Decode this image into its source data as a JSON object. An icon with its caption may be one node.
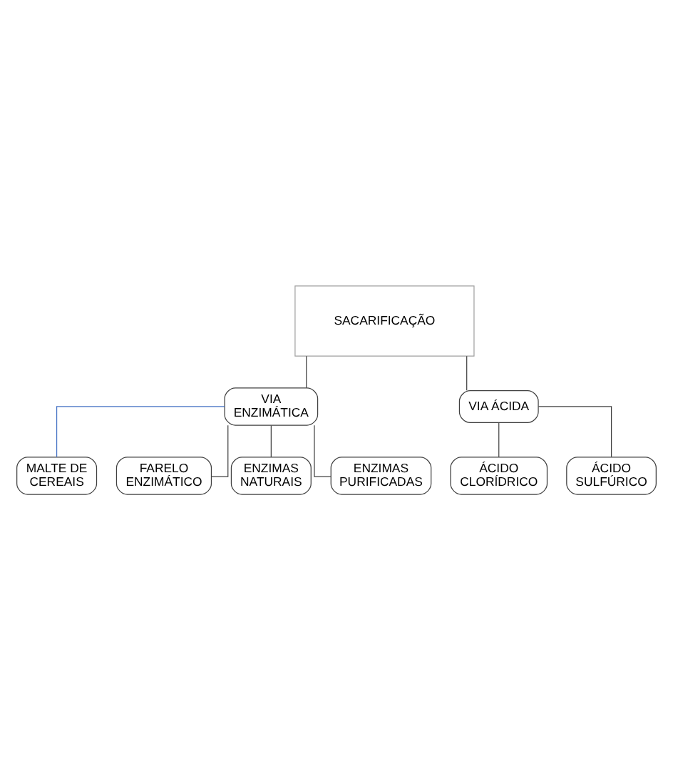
{
  "diagram": {
    "nodes": [
      {
        "text": [
          "SACARIFICAÇÃO"
        ]
      },
      {
        "text": [
          "VIA ENZIMÁTICA"
        ]
      },
      {
        "text": [
          "VIA ÁCIDA"
        ]
      },
      {
        "text": [
          "MALTE DE CEREAIS"
        ]
      },
      {
        "text": [
          "FARELO ENZIMÁTICO"
        ]
      },
      {
        "text": [
          "ENZIMAS NATURAIS"
        ]
      },
      {
        "text": [
          "ENZIMAS PURIFICADAS"
        ]
      },
      {
        "text": [
          "ÁCIDO CLORÍDRICO"
        ]
      },
      {
        "text": [
          "ÁCIDO SULFÚRICO"
        ]
      }
    ],
    "edges": [
      {
        "from": 0,
        "to": 1,
        "arrow": "none"
      },
      {
        "from": 0,
        "to": 2,
        "arrow": "none"
      },
      {
        "from": 1,
        "to": 3,
        "arrow": "none",
        "color": "#4472c4"
      },
      {
        "from": 1,
        "to": 4,
        "arrow": "none"
      },
      {
        "from": 1,
        "to": 5,
        "arrow": "none"
      },
      {
        "from": 1,
        "to": 6,
        "arrow": "none"
      },
      {
        "from": 2,
        "to": 7,
        "arrow": "none"
      },
      {
        "from": 2,
        "to": 8,
        "arrow": "none"
      }
    ]
  }
}
